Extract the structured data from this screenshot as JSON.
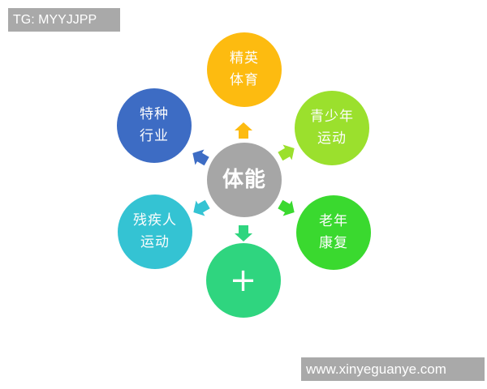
{
  "watermarks": {
    "top": "TG: MYYJJPP",
    "bottom": "www.xinyeguanye.com"
  },
  "diagram": {
    "center": {
      "label": "体能",
      "color": "#a6a6a6"
    },
    "nodes": [
      {
        "id": "elite-sports",
        "line1": "精英",
        "line2": "体育",
        "color": "#fdbb10",
        "position": "top"
      },
      {
        "id": "youth-sports",
        "line1": "青少年",
        "line2": "运动",
        "color": "#9be02d",
        "position": "top-right"
      },
      {
        "id": "elderly-rehab",
        "line1": "老年",
        "line2": "康复",
        "color": "#3ad92f",
        "position": "bottom-right"
      },
      {
        "id": "plus",
        "line1": "+",
        "line2": "",
        "color": "#2fd57f",
        "position": "bottom"
      },
      {
        "id": "disabled-sports",
        "line1": "残疾人",
        "line2": "运动",
        "color": "#34c3d3",
        "position": "bottom-left"
      },
      {
        "id": "special-industry",
        "line1": "特种",
        "line2": "行业",
        "color": "#3d6cc4",
        "position": "top-left"
      }
    ]
  }
}
